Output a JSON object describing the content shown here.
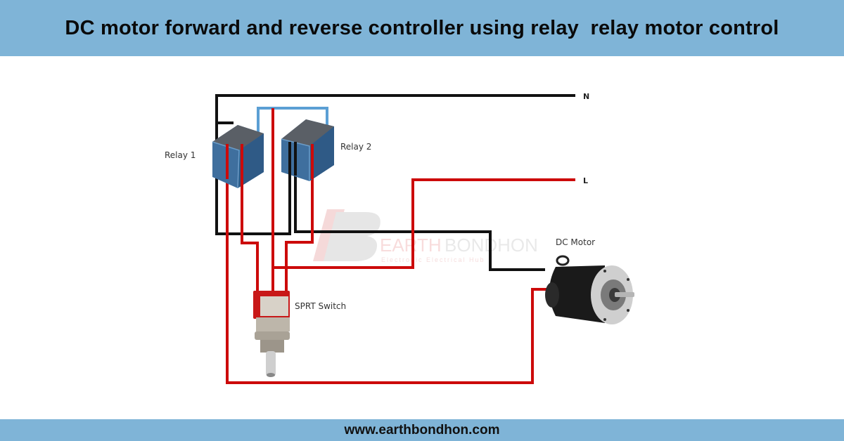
{
  "header": {
    "title": "DC motor forward and reverse controller using relay  relay motor control"
  },
  "footer": {
    "url": "www.earthbondhon.com"
  },
  "diagram": {
    "labels": {
      "relay1": "Relay 1",
      "relay2": "Relay 2",
      "neutral": "N",
      "line": "L",
      "switch": "SPRT Switch",
      "motor": "DC Motor"
    },
    "watermark": {
      "brand_part1": "EARTH",
      "brand_part2": "BONDHON",
      "tagline": "Electronic Electrical Hub"
    },
    "wire_colors": {
      "neutral": "#111111",
      "line": "#cc0a0a",
      "coil": "#5b9fd4"
    }
  }
}
